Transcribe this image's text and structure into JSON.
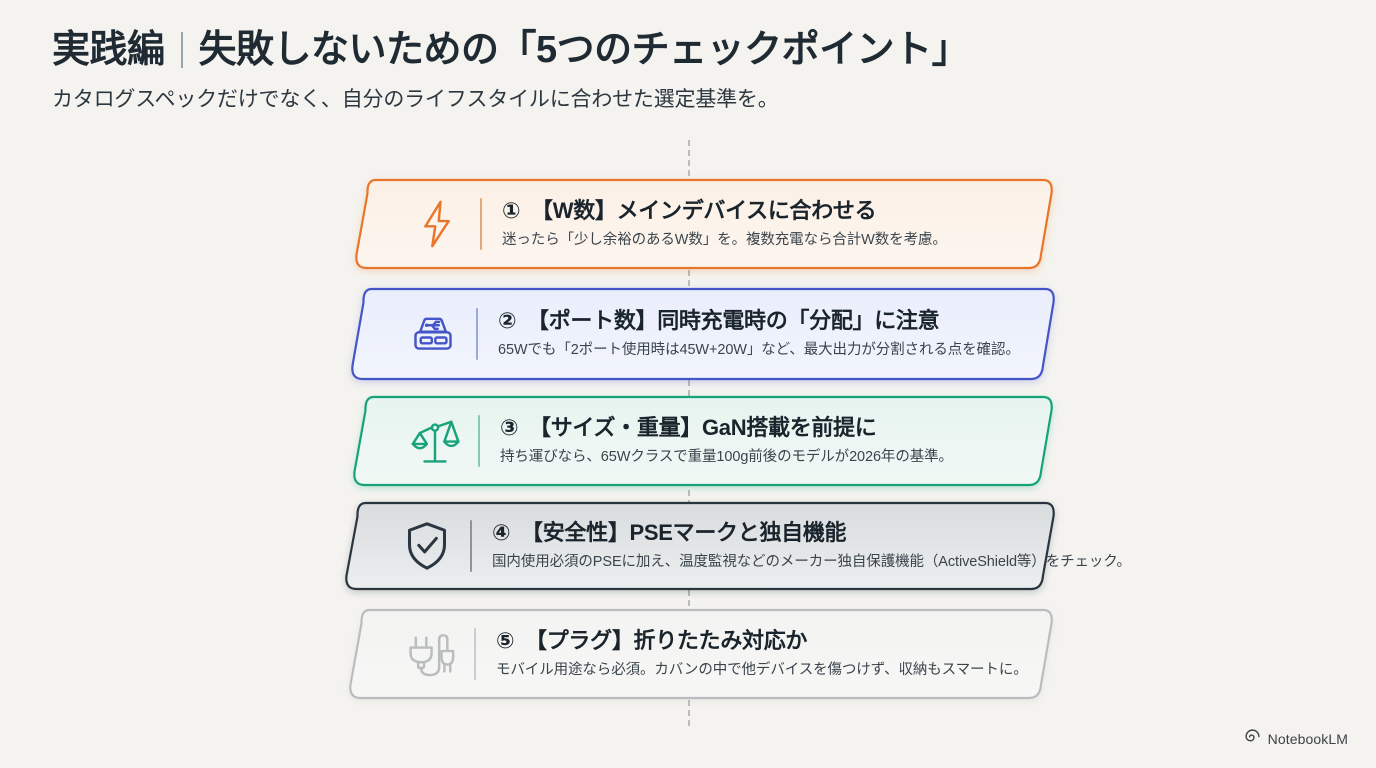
{
  "header": {
    "title_left": "実践編",
    "title_right": "失敗しないための「5つのチェックポイント」",
    "subtitle": "カタログスペックだけでなく、自分のライフスタイルに合わせた選定基準を。"
  },
  "cards": [
    {
      "number": "①",
      "heading": "①　【W数】メインデバイスに合わせる",
      "description": "迷ったら「少し余裕のあるW数」を。複数充電なら合計W数を考慮。",
      "icon": "lightning-bolt-icon",
      "accent": "#e8762c",
      "fill_top": "#fbf0e6",
      "fill_bottom": "#fdf6ef",
      "rule": "#e3a878"
    },
    {
      "number": "②",
      "heading": "②　【ポート数】同時充電時の「分配」に注意",
      "description": "65Wでも「2ポート使用時は45W+20W」など、最大出力が分割される点を確認。",
      "icon": "usb-charger-icon",
      "accent": "#4455c7",
      "fill_top": "#eaeefb",
      "fill_bottom": "#f2f5fd",
      "rule": "#9aa8e0"
    },
    {
      "number": "③",
      "heading": "③　【サイズ・重量】GaN搭載を前提に",
      "description": "持ち運びなら、65Wクラスで重量100g前後のモデルが2026年の基準。",
      "icon": "balance-scale-icon",
      "accent": "#18a37a",
      "fill_top": "#e7f4ef",
      "fill_bottom": "#f1f8f5",
      "rule": "#83ccb3"
    },
    {
      "number": "④",
      "heading": "④　【安全性】PSEマークと独自機能",
      "description": "国内使用必須のPSEに加え、温度監視などのメーカー独自保護機能（ActiveShield等）をチェック。",
      "icon": "shield-check-icon",
      "accent": "#2b3640",
      "fill_top": "#d9dcde",
      "fill_bottom": "#eceeef",
      "rule": "#8d959b"
    },
    {
      "number": "⑤",
      "heading": "⑤　【プラグ】折りたたみ対応か",
      "description": "モバイル用途なら必須。カバンの中で他デバイスを傷つけず、収納もスマートに。",
      "icon": "power-plug-icon",
      "accent": "#b9bdbf",
      "fill_top": "#f3f3f1",
      "fill_bottom": "#f7f7f5",
      "rule": "#c9cdcf"
    }
  ],
  "brand": {
    "label": "NotebookLM",
    "icon": "notebooklm-spiral-icon"
  },
  "colors": {
    "background": "#f4f3ef",
    "title": "#1f2a33",
    "spine": "#b9bcb8"
  }
}
